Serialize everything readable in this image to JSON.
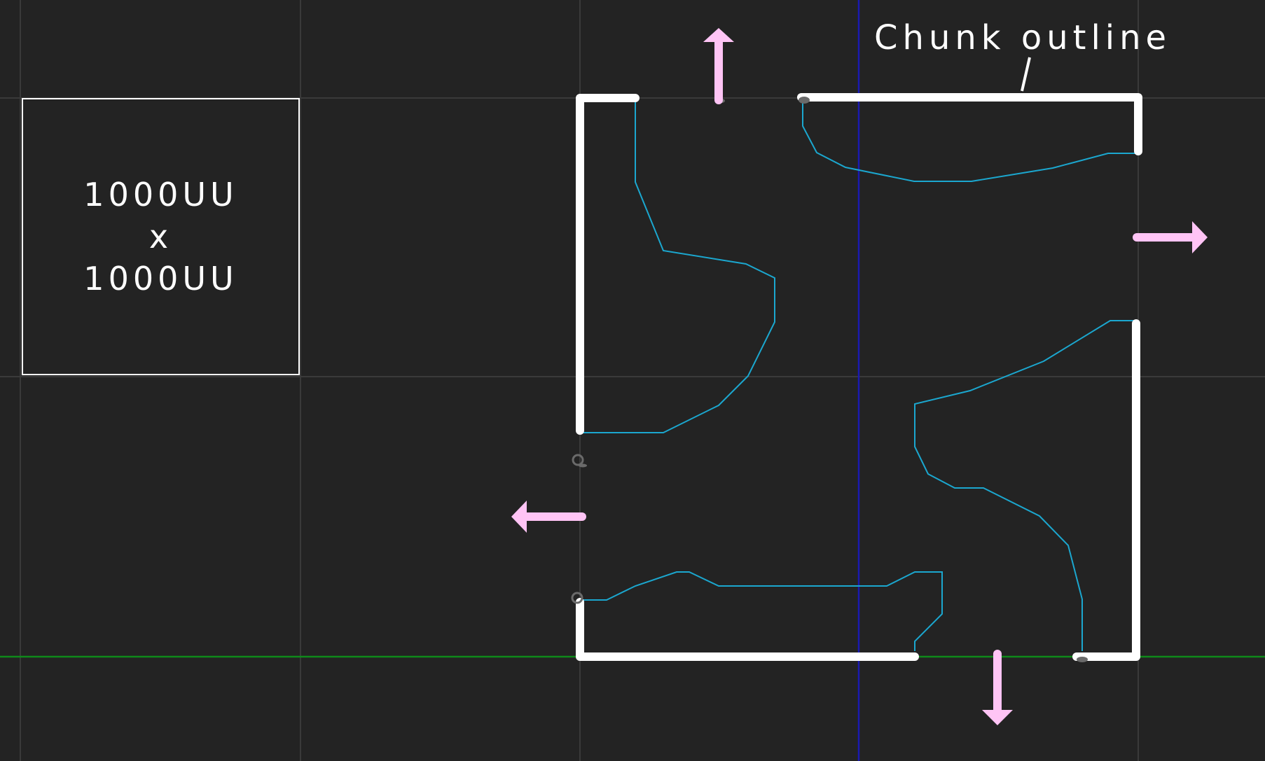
{
  "scale_box": {
    "line1": "1000UU",
    "line2": "x",
    "line3": "1000UU"
  },
  "callout": {
    "label": "Chunk outline"
  },
  "colors": {
    "background": "#232323",
    "grid": "#3a3a3a",
    "chunk_outline": "#ffffff",
    "navmesh_edge": "#1ba7cf",
    "axis_x": "#0e8a1a",
    "axis_y": "#1a1ab0",
    "exit_arrow": "#ffc4f5",
    "vertex_marker": "#6a6a6a"
  },
  "icons": {
    "exit_arrows": [
      "arrow-up-icon",
      "arrow-right-icon",
      "arrow-left-icon",
      "arrow-down-icon"
    ],
    "vertex_markers": [
      "vertex-marker-icon"
    ]
  }
}
